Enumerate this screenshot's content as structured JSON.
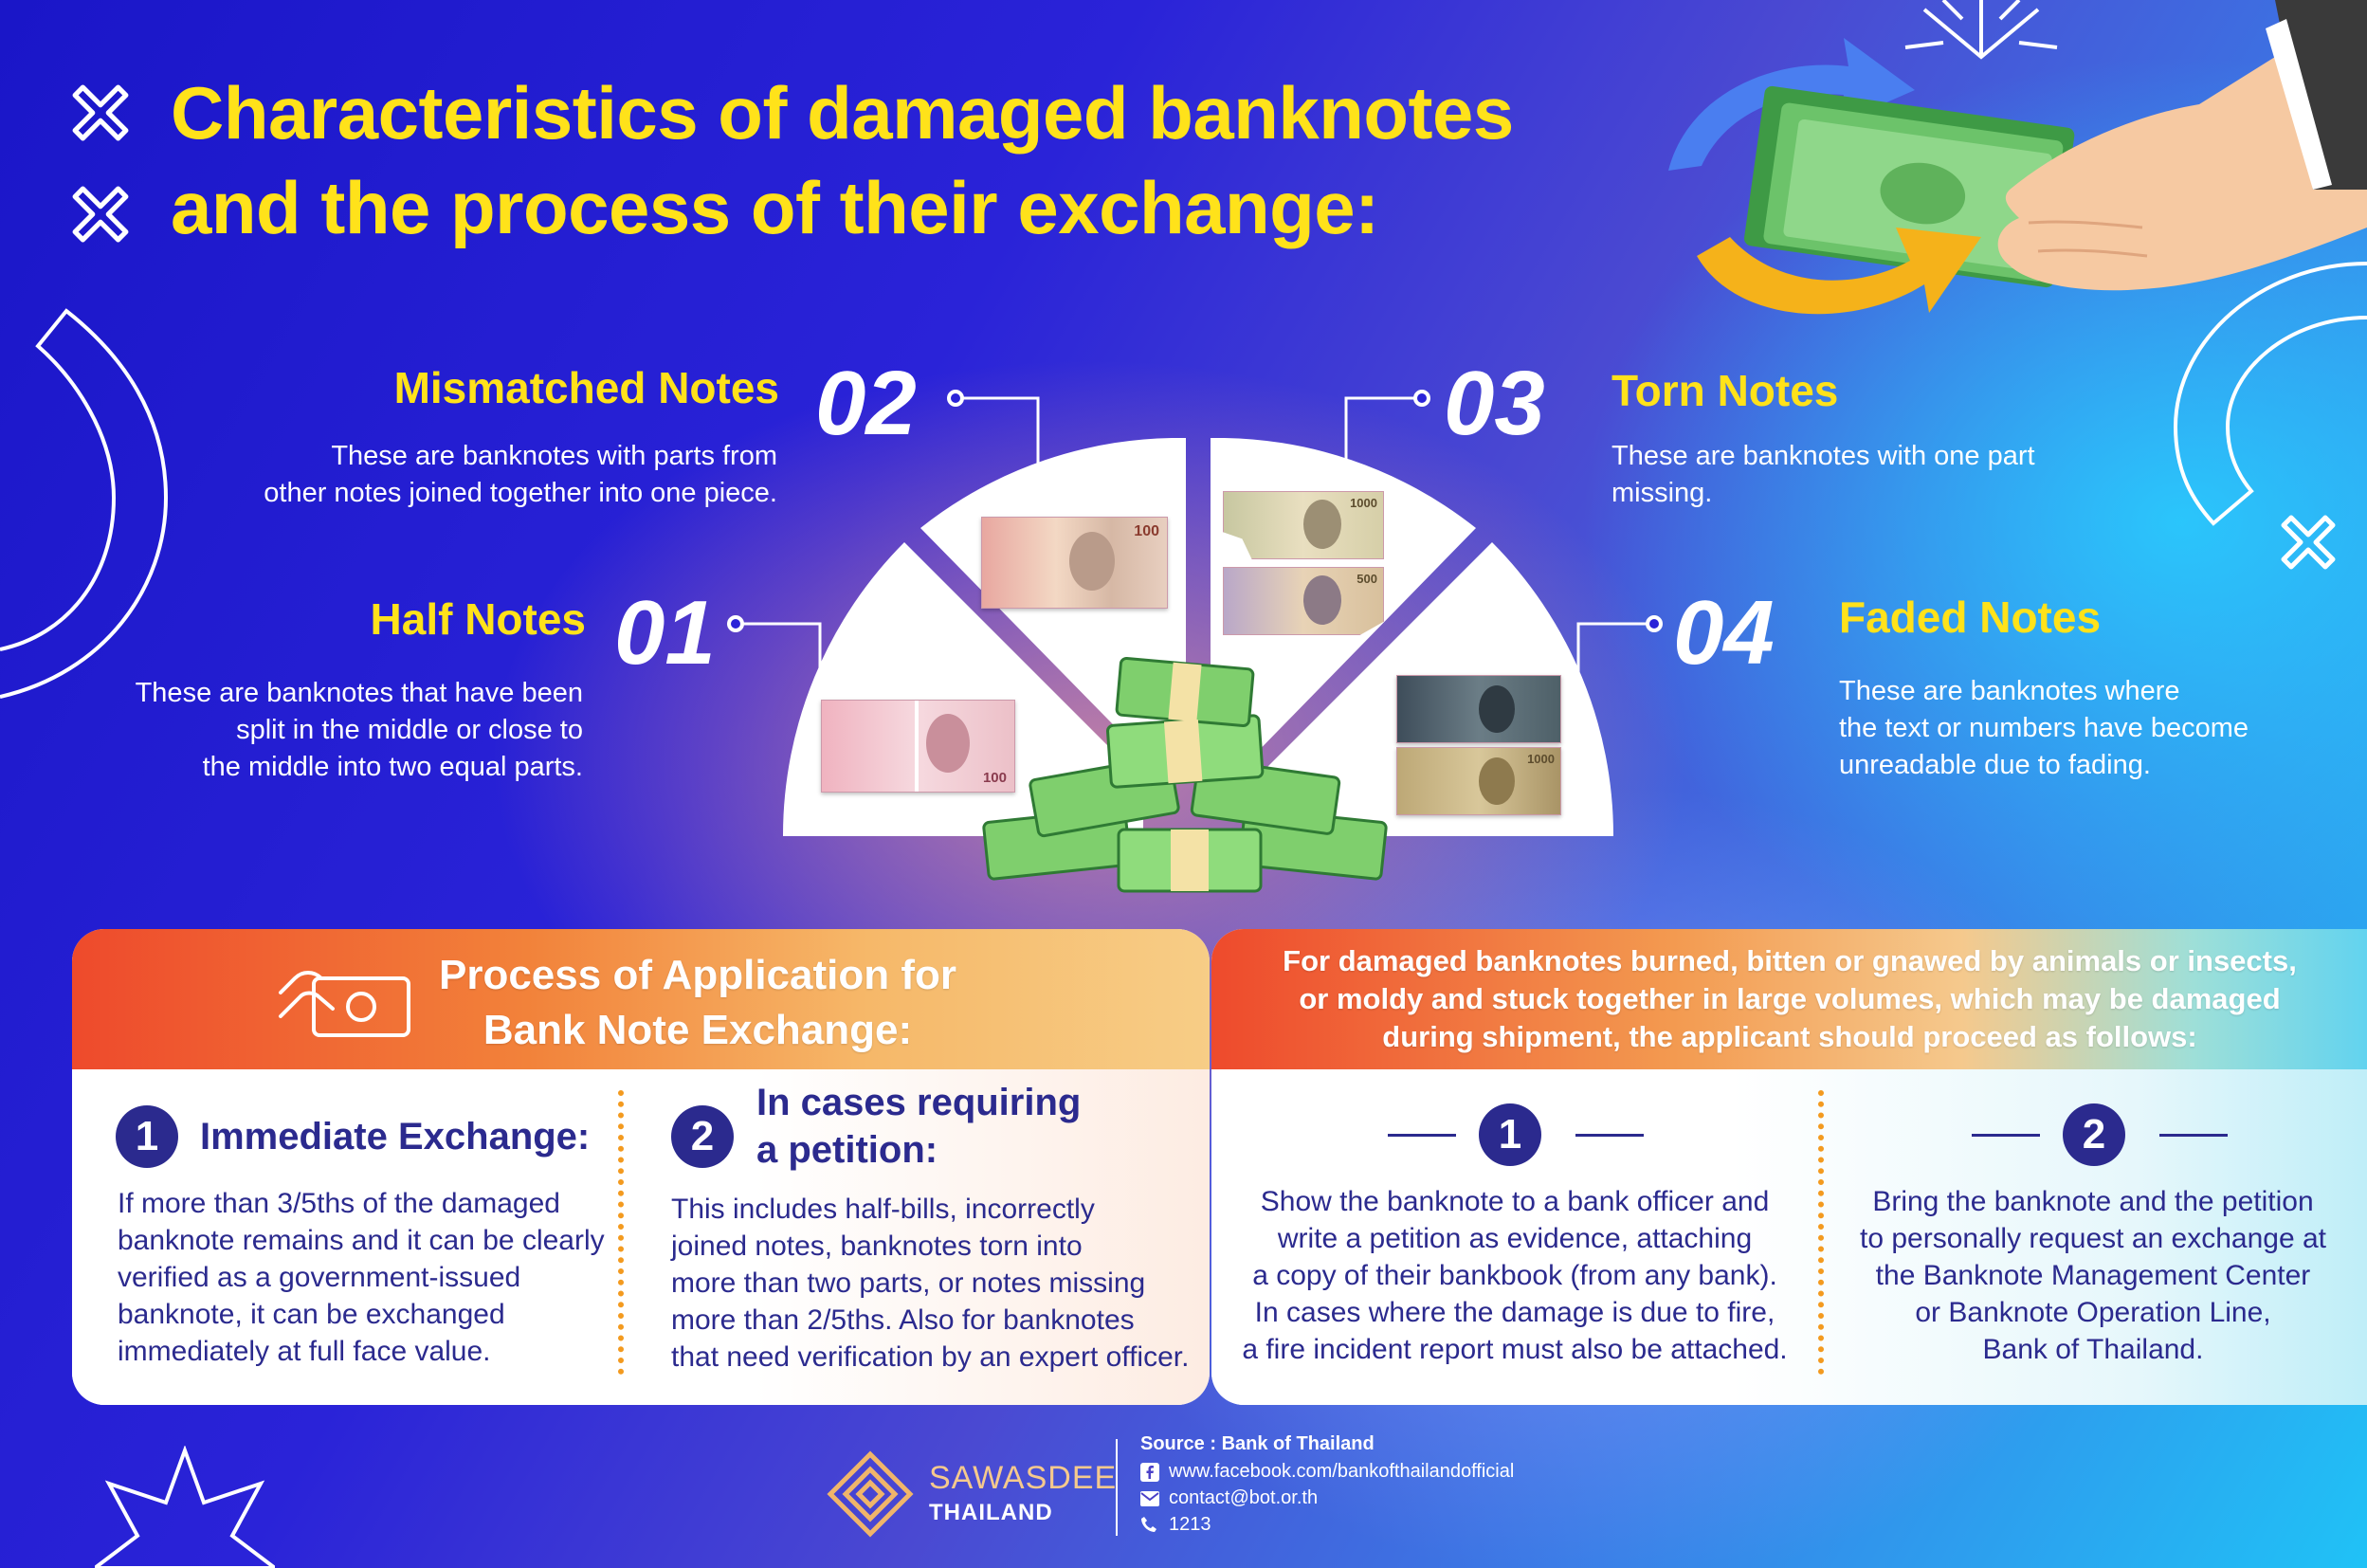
{
  "title": {
    "line1": "Characteristics of damaged banknotes",
    "line2": "and the process of their exchange:"
  },
  "categories": [
    {
      "number": "01",
      "title": "Half Notes",
      "desc": [
        "These are banknotes that have been",
        "split in the middle or close to",
        "the middle into two equal parts."
      ]
    },
    {
      "number": "02",
      "title": "Mismatched Notes",
      "desc": [
        "These are banknotes with parts from",
        "other notes joined together into one piece."
      ]
    },
    {
      "number": "03",
      "title": "Torn Notes",
      "desc": [
        "These are banknotes with one part",
        "missing."
      ]
    },
    {
      "number": "04",
      "title": "Faded Notes",
      "desc": [
        "These are banknotes where",
        "the text or numbers have become",
        "unreadable due to fading."
      ]
    }
  ],
  "left_panel": {
    "heading": [
      "Process of Application for",
      "Bank Note Exchange:"
    ],
    "steps": [
      {
        "number": "1",
        "title": "Immediate Exchange:",
        "body": [
          "If more than 3/5ths of the damaged",
          "banknote remains and it can be clearly",
          "verified as a government-issued",
          "banknote, it can be exchanged",
          "immediately at full face value."
        ]
      },
      {
        "number": "2",
        "title": [
          "In cases requiring",
          "a petition:"
        ],
        "body": [
          "This includes half-bills, incorrectly",
          "joined notes, banknotes torn into",
          "more than two parts, or notes missing",
          "more than 2/5ths. Also for banknotes",
          "that need verification by an expert officer."
        ]
      }
    ]
  },
  "right_panel": {
    "heading": [
      "For damaged banknotes burned, bitten or gnawed by animals or insects,",
      "or moldy and stuck together in large volumes, which may be damaged",
      "during shipment, the applicant should proceed as follows:"
    ],
    "steps": [
      {
        "number": "1",
        "body": [
          "Show the banknote to a bank officer and",
          "write a petition as evidence, attaching",
          "a copy of their bankbook (from any bank).",
          "In cases where the damage is due to fire,",
          "a fire incident report must also be attached."
        ]
      },
      {
        "number": "2",
        "body": [
          "Bring the banknote and the petition",
          "to personally request an exchange at",
          "the Banknote Management Center",
          "or Banknote Operation Line,",
          "Bank of Thailand."
        ]
      }
    ]
  },
  "footer": {
    "logo_line1": "SAWASDEE",
    "logo_line2": "THAILAND",
    "source": "Source : Bank of Thailand",
    "facebook": "www.facebook.com/bankofthailandofficial",
    "email": "contact@bot.or.th",
    "phone": "1213"
  },
  "banknote_values": {
    "mismatched": "100",
    "torn_top": "1000",
    "torn_bottom": "500",
    "faded_bottom": "1000",
    "half": "100"
  },
  "colors": {
    "title": "#ffe21a",
    "navy": "#2b2a8e",
    "orange": "#f39a1f",
    "red_orange": "#ee4a2c"
  }
}
